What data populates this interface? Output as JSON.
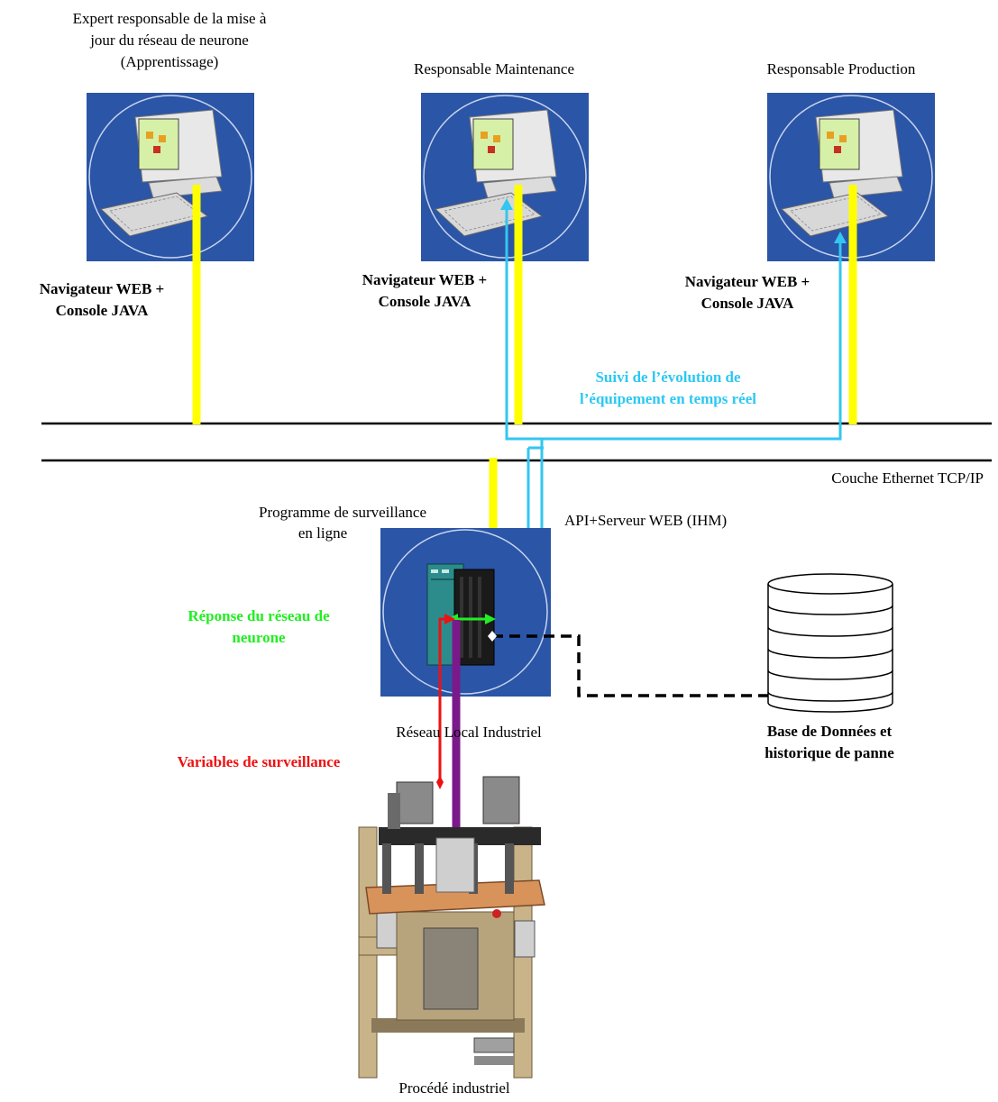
{
  "roles": {
    "expert": [
      "Expert responsable de la mise à",
      "jour du réseau de neurone",
      "(Apprentissage)"
    ],
    "maintenance": "Responsable Maintenance",
    "production": "Responsable Production"
  },
  "browser_label": [
    "Navigateur WEB +",
    "Console JAVA"
  ],
  "tracking_label": [
    "Suivi de l’évolution de",
    "l’équipement en temps réel"
  ],
  "ethernet_label": "Couche Ethernet TCP/IP",
  "plc": {
    "program_label": [
      "Programme de surveillance",
      "en ligne"
    ],
    "api_label": "API+Serveur WEB (IHM)",
    "network_label": "Réseau Local Industriel"
  },
  "response_label": [
    "Réponse du réseau de",
    "neurone"
  ],
  "variables_label": "Variables de surveillance",
  "database_label": [
    "Base de Données et",
    "historique de panne"
  ],
  "process_label": "Procédé industriel",
  "colors": {
    "panel_blue": "#2b55a6",
    "yellow_link": "#ffff00",
    "cyan_link": "#33c6f0",
    "green_link": "#22ee22",
    "red_link": "#ee1111",
    "purple_link": "#7a1a8a",
    "cyan_text": "#2cc8f2",
    "green_text": "#22ee22",
    "red_text": "#ee1111"
  },
  "icons": {
    "workstation": "computer-workstation-icon",
    "plc": "plc-rack-icon",
    "database": "database-cylinder-icon",
    "machine": "industrial-drilling-machine-icon"
  }
}
